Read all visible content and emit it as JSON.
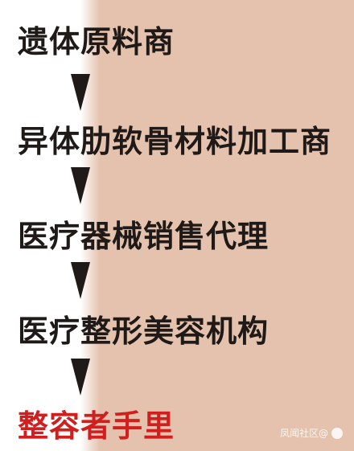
{
  "diagram": {
    "steps": [
      {
        "label": "遗体原料商"
      },
      {
        "label": "异体肋软骨材料加工商"
      },
      {
        "label": "医疗器械销售代理"
      },
      {
        "label": "医疗整形美容机构"
      },
      {
        "label": "整容者手里"
      }
    ]
  },
  "colors": {
    "text_dark": "#1f1a17",
    "text_highlight": "#d11f1f",
    "background_right": "#e4c2ad",
    "background_left": "#ffffff"
  },
  "watermark": {
    "text": "凤闻社区@",
    "icon": "wechat-logo"
  }
}
